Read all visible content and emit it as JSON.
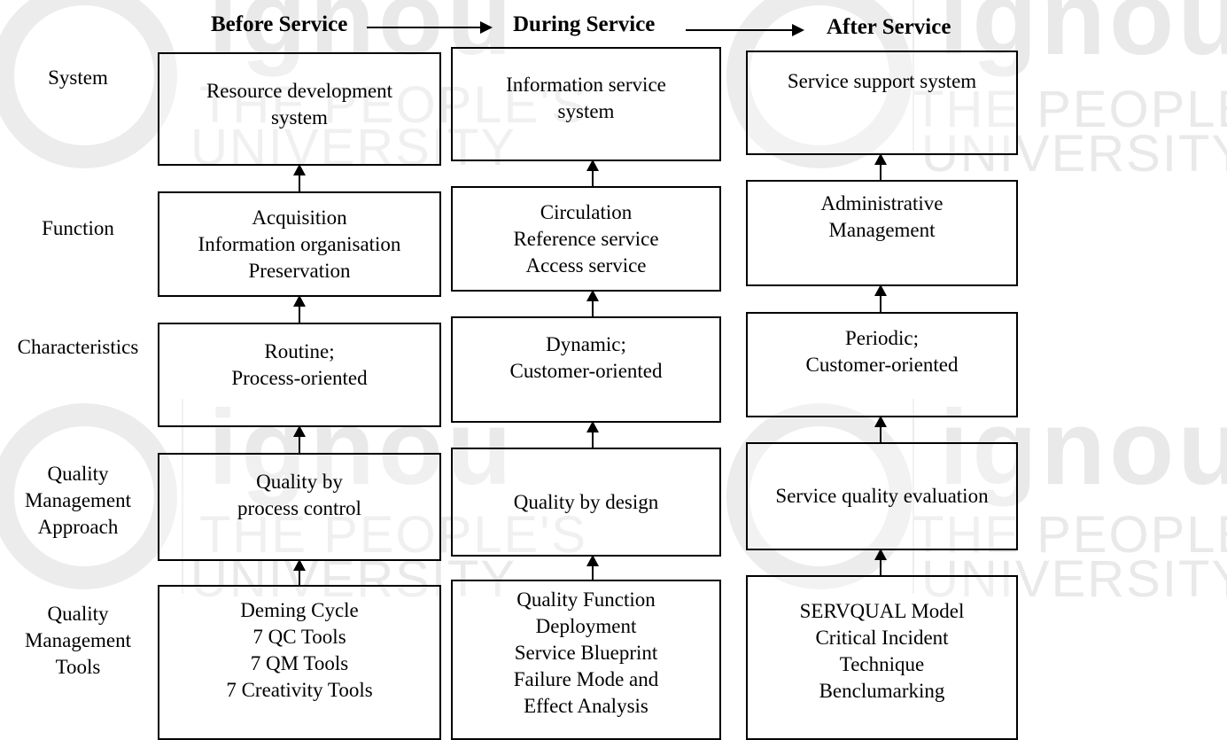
{
  "headers": {
    "before": "Before Service",
    "during": "During Service",
    "after": "After Service"
  },
  "row_labels": {
    "system": "System",
    "function": "Function",
    "characteristics": "Characteristics",
    "approach": [
      "Quality",
      "Management",
      "Approach"
    ],
    "tools": [
      "Quality",
      "Management",
      "Tools"
    ]
  },
  "before": {
    "system": [
      "Resource development",
      "system"
    ],
    "function": [
      "Acquisition",
      "Information organisation",
      "Preservation"
    ],
    "characteristics": [
      "Routine;",
      "Process-oriented"
    ],
    "approach": [
      "Quality by",
      "process control"
    ],
    "tools": [
      "Deming Cycle",
      "7 QC Tools",
      "7 QM Tools",
      "7 Creativity Tools"
    ]
  },
  "during": {
    "system": [
      "Information service",
      "system"
    ],
    "function": [
      "Circulation",
      "Reference service",
      "Access service"
    ],
    "characteristics": [
      "Dynamic;",
      "Customer-oriented"
    ],
    "approach": [
      "Quality by design"
    ],
    "tools": [
      "Quality Function",
      "Deployment",
      "Service Blueprint",
      "Failure Mode and",
      "Effect Analysis"
    ]
  },
  "after": {
    "system": [
      "Service support system"
    ],
    "function": [
      "Administrative",
      "Management"
    ],
    "characteristics": [
      "Periodic;",
      "Customer-oriented"
    ],
    "approach": [
      "Service quality evaluation"
    ],
    "tools": [
      "SERVQUAL Model",
      "Critical Incident",
      "Technique",
      "Benclumarking"
    ]
  },
  "watermark": {
    "brand": "ignou",
    "tagline_1": "THE PEOPLE'S",
    "tagline_2": "UNIVERSITY"
  }
}
